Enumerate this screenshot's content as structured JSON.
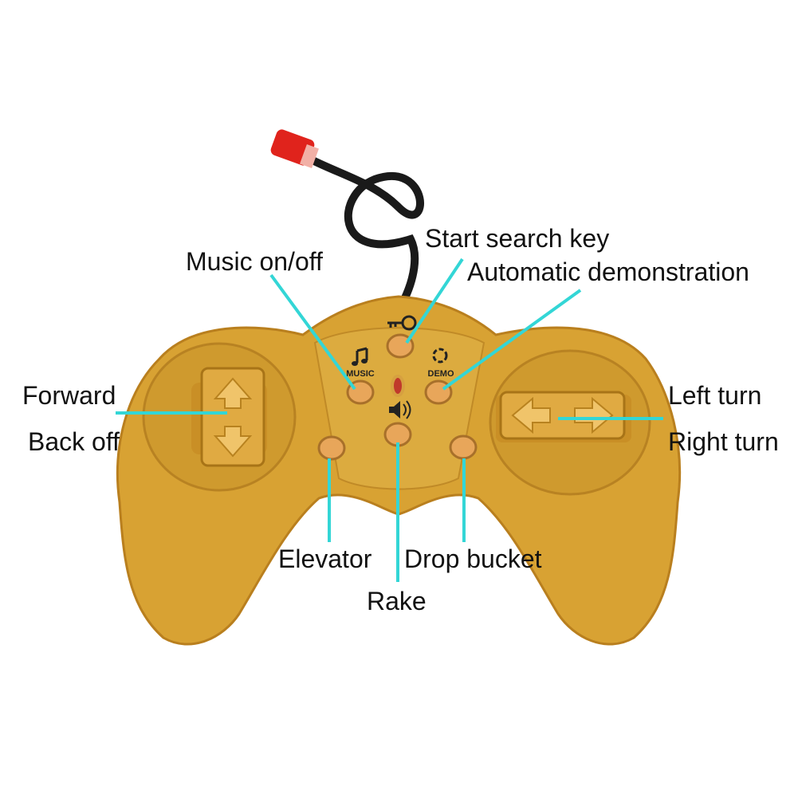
{
  "colors": {
    "background": "#ffffff",
    "controller_body": "#d8a233",
    "controller_shadow": "#b97f1e",
    "controller_highlight": "#e6b84c",
    "button": "#e8a65a",
    "pointer_line": "#33d6d6",
    "antenna_tip": "#e0231c",
    "antenna_wire": "#1a1a1a",
    "indicator_led": "#c0392b"
  },
  "controller": {
    "music_text": "MUSIC",
    "demo_text": "DEMO"
  },
  "labels": {
    "start_search_key": "Start search key",
    "music_on_off": "Music on/off",
    "automatic_demonstration": "Automatic demonstration",
    "forward": "Forward",
    "back_off": "Back off",
    "left_turn": "Left turn",
    "right_turn": "Right turn",
    "elevator": "Elevator",
    "drop_bucket": "Drop bucket",
    "rake": "Rake"
  },
  "icons": {
    "key": "key-icon",
    "music": "music-note-icon",
    "demo": "demo-circle-icon",
    "speaker": "speaker-icon",
    "arrows": "arrow-icon"
  }
}
